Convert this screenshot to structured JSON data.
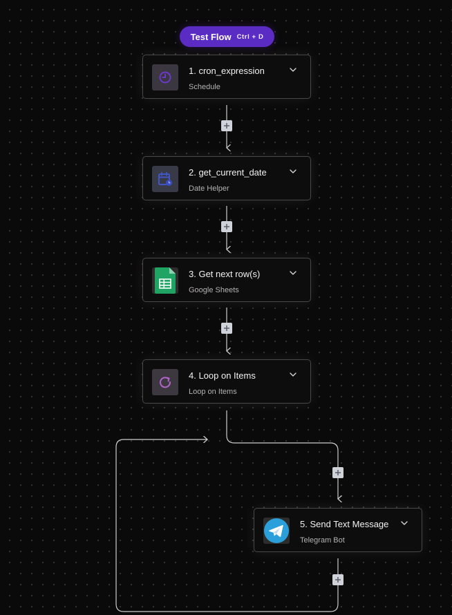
{
  "test_flow": {
    "label": "Test Flow",
    "shortcut": "Ctrl + D"
  },
  "steps": [
    {
      "title": "1. cron_expression",
      "subtitle": "Schedule",
      "icon": "schedule-clock-icon"
    },
    {
      "title": "2. get_current_date",
      "subtitle": "Date Helper",
      "icon": "date-helper-icon"
    },
    {
      "title": "3. Get next row(s)",
      "subtitle": "Google Sheets",
      "icon": "google-sheets-icon"
    },
    {
      "title": "4. Loop on Items",
      "subtitle": "Loop on Items",
      "icon": "loop-icon"
    },
    {
      "title": "5. Send Text Message",
      "subtitle": "Telegram Bot",
      "icon": "telegram-icon"
    }
  ],
  "colors": {
    "background": "#0b0a0a",
    "accent": "#5b2cc4",
    "card_border": "#4a4848",
    "connector": "#cfcdcd"
  }
}
